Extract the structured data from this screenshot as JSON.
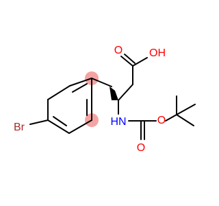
{
  "molecule": {
    "atoms": {
      "bromine": "Br",
      "hydroxyl": "OH",
      "carbonyl_oxygen_acid": "O",
      "amine": "HN",
      "carbonyl_oxygen_carbamate": "O",
      "ester_oxygen": "O"
    }
  },
  "colors": {
    "bromine": "#a52a2a",
    "oxygen": "#ff0000",
    "nitrogen": "#0000ff",
    "bond": "#000000",
    "highlight": "#f4a3a3",
    "background": "#ffffff"
  }
}
